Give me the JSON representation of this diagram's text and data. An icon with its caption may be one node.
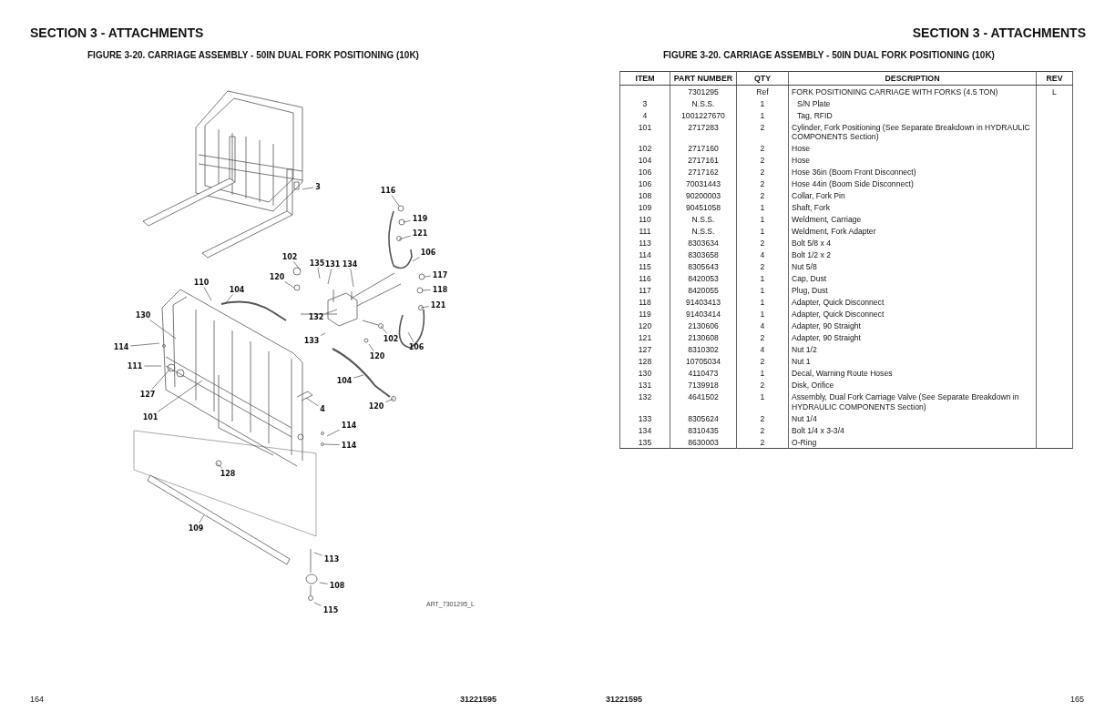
{
  "diagram": {
    "nodes": [
      {
        "text": [
          "3"
        ]
      },
      {
        "text": [
          "116"
        ]
      },
      {
        "text": [
          "119"
        ]
      },
      {
        "text": [
          "121"
        ]
      },
      {
        "text": [
          "106"
        ]
      },
      {
        "text": [
          "102"
        ]
      },
      {
        "text": [
          "135"
        ]
      },
      {
        "text": [
          "131"
        ]
      },
      {
        "text": [
          "134"
        ]
      },
      {
        "text": [
          "117"
        ]
      },
      {
        "text": [
          "120"
        ]
      },
      {
        "text": [
          "118"
        ]
      },
      {
        "text": [
          "110"
        ]
      },
      {
        "text": [
          "104"
        ]
      },
      {
        "text": [
          "121"
        ]
      },
      {
        "text": [
          "132"
        ]
      },
      {
        "text": [
          "130"
        ]
      },
      {
        "text": [
          "106"
        ]
      },
      {
        "text": [
          "102"
        ]
      },
      {
        "text": [
          "133"
        ]
      },
      {
        "text": [
          "120"
        ]
      },
      {
        "text": [
          "114"
        ]
      },
      {
        "text": [
          "111"
        ]
      },
      {
        "text": [
          "104"
        ]
      },
      {
        "text": [
          "127"
        ]
      },
      {
        "text": [
          "4"
        ]
      },
      {
        "text": [
          "120"
        ]
      },
      {
        "text": [
          "101"
        ]
      },
      {
        "text": [
          "114"
        ]
      },
      {
        "text": [
          "114"
        ]
      },
      {
        "text": [
          "128"
        ]
      },
      {
        "text": [
          "109"
        ]
      },
      {
        "text": [
          "113"
        ]
      },
      {
        "text": [
          "108"
        ]
      },
      {
        "text": [
          "115"
        ]
      }
    ],
    "edges": [
      {
        "from": 0,
        "to": null,
        "arrow": "none"
      },
      {
        "from": 1,
        "to": null,
        "arrow": "none"
      },
      {
        "from": 2,
        "to": null,
        "arrow": "none"
      },
      {
        "from": 3,
        "to": null,
        "arrow": "none"
      },
      {
        "from": 4,
        "to": null,
        "arrow": "none"
      },
      {
        "from": 5,
        "to": null,
        "arrow": "none"
      },
      {
        "from": 6,
        "to": null,
        "arrow": "none"
      },
      {
        "from": 7,
        "to": null,
        "arrow": "none"
      },
      {
        "from": 8,
        "to": null,
        "arrow": "none"
      },
      {
        "from": 9,
        "to": null,
        "arrow": "none"
      },
      {
        "from": 10,
        "to": null,
        "arrow": "none"
      },
      {
        "from": 11,
        "to": null,
        "arrow": "none"
      },
      {
        "from": 12,
        "to": null,
        "arrow": "none"
      },
      {
        "from": 13,
        "to": null,
        "arrow": "none"
      },
      {
        "from": 14,
        "to": null,
        "arrow": "none"
      },
      {
        "from": 15,
        "to": null,
        "arrow": "none"
      },
      {
        "from": 16,
        "to": null,
        "arrow": "none"
      },
      {
        "from": 17,
        "to": null,
        "arrow": "none"
      },
      {
        "from": 18,
        "to": null,
        "arrow": "none"
      },
      {
        "from": 19,
        "to": null,
        "arrow": "none"
      },
      {
        "from": 20,
        "to": null,
        "arrow": "none"
      },
      {
        "from": 21,
        "to": null,
        "arrow": "none"
      },
      {
        "from": 22,
        "to": null,
        "arrow": "none"
      },
      {
        "from": 23,
        "to": null,
        "arrow": "none"
      },
      {
        "from": 24,
        "to": null,
        "arrow": "none"
      },
      {
        "from": 25,
        "to": null,
        "arrow": "none"
      },
      {
        "from": 26,
        "to": null,
        "arrow": "none"
      },
      {
        "from": 27,
        "to": null,
        "arrow": "none"
      },
      {
        "from": 28,
        "to": null,
        "arrow": "none"
      },
      {
        "from": 29,
        "to": null,
        "arrow": "none"
      },
      {
        "from": 30,
        "to": null,
        "arrow": "none"
      },
      {
        "from": 31,
        "to": null,
        "arrow": "none"
      },
      {
        "from": 32,
        "to": null,
        "arrow": "none"
      },
      {
        "from": 33,
        "to": null,
        "arrow": "none"
      },
      {
        "from": 34,
        "to": null,
        "arrow": "none"
      }
    ],
    "labels": [
      "SECTION 3 - ATTACHMENTS",
      "SECTION 3 - ATTACHMENTS",
      "FIGURE 3-20. CARRIAGE ASSEMBLY - 50IN DUAL FORK POSITIONING (10K)",
      "FIGURE 3-20. CARRIAGE ASSEMBLY - 50IN DUAL FORK POSITIONING (10K)",
      "ITEM",
      "PART NUMBER",
      "QTY",
      "DESCRIPTION",
      "REV",
      "7301295",
      "Ref",
      "FORK POSITIONING CARRIAGE WITH FORKS (4.5 TON)",
      "L",
      "3",
      "N.S.S.",
      "1",
      "S/N Plate",
      "4",
      "1001227670",
      "1",
      "Tag, RFID",
      "101",
      "2717283",
      "2",
      "Cylinder, Fork Positioning (See Separate Breakdown in HYDRAULIC COMPONENTS Section)",
      "102",
      "2717160",
      "2",
      "Hose",
      "104",
      "2717161",
      "2",
      "Hose",
      "106",
      "2717162",
      "2",
      "Hose 36in (Boom Front Disconnect)",
      "106",
      "70031443",
      "2",
      "Hose 44in (Boom Side Disconnect)",
      "108",
      "90200003",
      "2",
      "Collar, Fork Pin",
      "109",
      "90451058",
      "1",
      "Shaft, Fork",
      "110",
      "N.S.S.",
      "1",
      "Weldment, Carriage",
      "111",
      "N.S.S.",
      "1",
      "Weldment, Fork Adapter",
      "113",
      "8303634",
      "2",
      "Bolt 5/8 x 4",
      "114",
      "8303658",
      "4",
      "Bolt 1/2 x 2",
      "115",
      "8305643",
      "2",
      "Nut 5/8",
      "116",
      "8420053",
      "1",
      "Cap, Dust",
      "117",
      "8420055",
      "1",
      "Plug, Dust",
      "118",
      "91403413",
      "1",
      "Adapter, Quick Disconnect",
      "119",
      "91403414",
      "1",
      "Adapter, Quick Disconnect",
      "120",
      "2130606",
      "4",
      "Adapter, 90 Straight",
      "121",
      "2130608",
      "2",
      "Adapter, 90 Straight",
      "127",
      "8310302",
      "4",
      "Nut 1/2",
      "128",
      "10705034",
      "2",
      "Nut 1",
      "130",
      "4110473",
      "1",
      "Decal, Warning Route Hoses",
      "131",
      "7139918",
      "2",
      "Disk, Orifice",
      "132",
      "4641502",
      "1",
      "Assembly, Dual Fork Carriage Valve (See Separate Breakdown in HYDRAULIC COMPONENTS Section)",
      "133",
      "8305624",
      "2",
      "Nut 1/4",
      "134",
      "8310435",
      "2",
      "Bolt 1/4 x 3-3/4",
      "135",
      "8630003",
      "2",
      "O-Ring",
      "ART_7301295_L",
      "164",
      "31221595",
      "31221595",
      "165"
    ]
  }
}
